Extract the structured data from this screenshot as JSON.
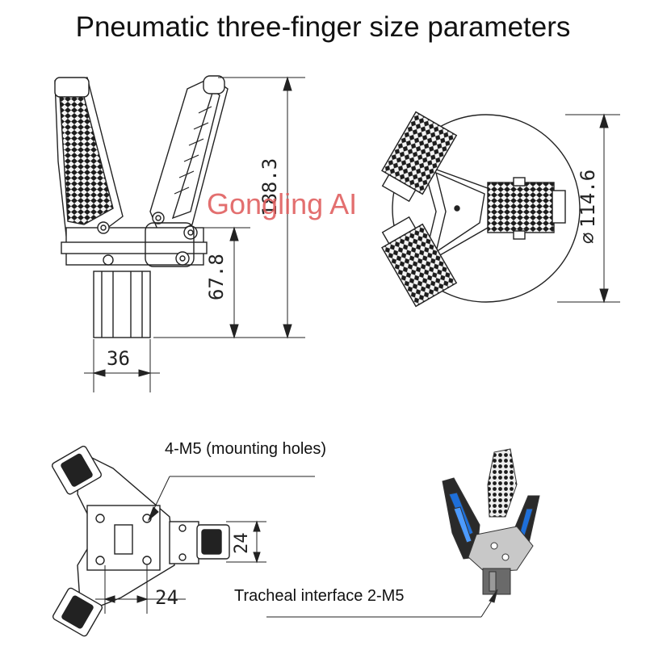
{
  "title": "Pneumatic three-finger size parameters",
  "watermark": "Gongling AI",
  "dimensions": {
    "overall_height": "188.3",
    "body_height": "67.8",
    "body_width": "36",
    "diameter": "114.6",
    "interface_vertical": "24",
    "interface_horizontal": "24"
  },
  "callouts": {
    "mounting_holes": "4-M5 (mounting holes)",
    "tracheal_interface": "Tracheal interface 2-M5"
  },
  "colors": {
    "line": "#222222",
    "render_accent": "#1e6fd9",
    "watermark": "#e06060"
  }
}
